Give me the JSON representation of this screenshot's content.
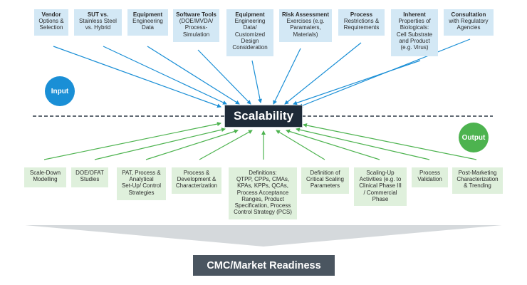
{
  "center_label": "Scalability",
  "input_label": "Input",
  "output_label": "Output",
  "result_label": "CMC/Market Readiness",
  "colors": {
    "input_accent": "#1a8fd6",
    "output_accent": "#4db34f",
    "input_box": "#d3e8f5",
    "output_box": "#dff0dc",
    "center_box": "#1e2a38",
    "result_box": "#4a5560",
    "chevron": "#d5d9dc"
  },
  "inputs": [
    {
      "lines": [
        "Vendor",
        "Options &",
        "Selection"
      ]
    },
    {
      "lines": [
        "SUT vs.",
        "Stainless Steel",
        "vs. Hybrid"
      ]
    },
    {
      "lines": [
        "Equipment",
        "Engineering",
        "Data"
      ]
    },
    {
      "lines": [
        "Software Tools",
        "(DOE/MVDA/",
        "Process-",
        "Simulation"
      ]
    },
    {
      "lines": [
        "Equipment",
        "Engineering",
        "Data/",
        "Customized",
        "Design",
        "Consideration"
      ]
    },
    {
      "lines": [
        "Risk Assessment",
        "Exercises (e.g.",
        "Paramaters,",
        "Materials)"
      ]
    },
    {
      "lines": [
        "Process",
        "Restrictions &",
        "Requirements"
      ]
    },
    {
      "lines": [
        "Inherent",
        "Properties of",
        "Biologicals:",
        "Cell Substrate",
        "and Product",
        "(e.g. Virus)"
      ]
    },
    {
      "lines": [
        "Consultation",
        "with Regulatory",
        "Agencies"
      ]
    }
  ],
  "outputs": [
    {
      "lines": [
        "Scale-Down",
        "Modelling"
      ]
    },
    {
      "lines": [
        "DOE/OFAT",
        "Studies"
      ]
    },
    {
      "lines": [
        "PAT, Process &",
        "Analytical",
        "Set-Up/ Control",
        "Strategies"
      ]
    },
    {
      "lines": [
        "Process &",
        "Development &",
        "Characterization"
      ]
    },
    {
      "lines": [
        "Definitions:",
        "QTPP, CPPs, CMAs,",
        "KPAs, KPPs, QCAs,",
        "Process Acceptance",
        "Ranges, Product",
        "Specification, Process",
        "Control Strategy (PCS)"
      ]
    },
    {
      "lines": [
        "Definition of",
        "Critical Scaling",
        "Parameters"
      ]
    },
    {
      "lines": [
        "Scaling-Up",
        "Activities (e.g. to",
        "Clinical Phase III",
        "/ Commercial",
        "Phase"
      ]
    },
    {
      "lines": [
        "Process",
        "Validation"
      ]
    },
    {
      "lines": [
        "Post-Marketing",
        "Characterization",
        "& Trending"
      ]
    }
  ]
}
